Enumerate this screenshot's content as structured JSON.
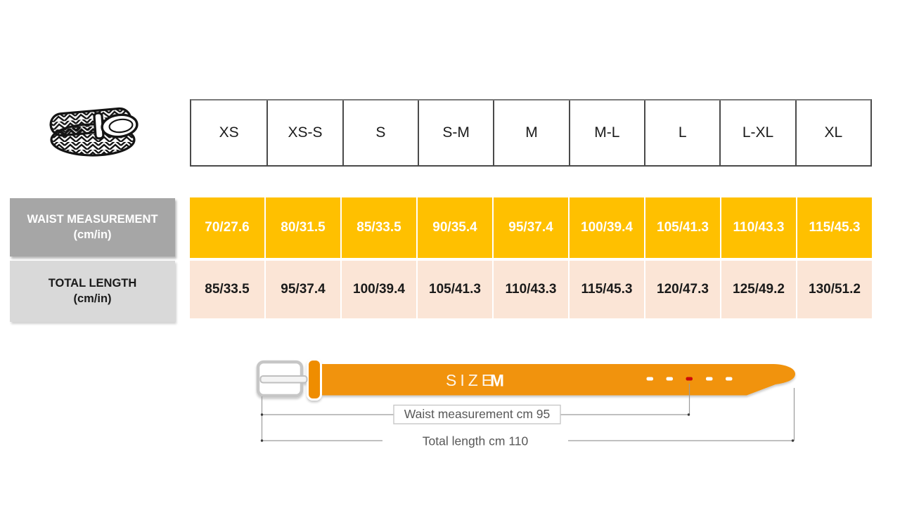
{
  "table": {
    "sizes": [
      "XS",
      "XS-S",
      "S",
      "S-M",
      "M",
      "M-L",
      "L",
      "L-XL",
      "XL"
    ],
    "waist": {
      "label_line1": "WAIST MEASUREMENT",
      "label_line2": "(cm/in)",
      "values": [
        "70/27.6",
        "80/31.5",
        "85/33.5",
        "90/35.4",
        "95/37.4",
        "100/39.4",
        "105/41.3",
        "110/43.3",
        "115/45.3"
      ]
    },
    "total": {
      "label_line1": "TOTAL LENGTH",
      "label_line2": "(cm/in)",
      "values": [
        "85/33.5",
        "95/37.4",
        "100/39.4",
        "105/41.3",
        "110/43.3",
        "115/45.3",
        "120/47.3",
        "125/49.2",
        "130/51.2"
      ]
    }
  },
  "diagram": {
    "size_word": "SIZE",
    "size_value": "M",
    "waist_annotation": "Waist measurement cm 95",
    "total_annotation": "Total length cm 110"
  },
  "icons": {
    "product_icon": "braided-belt-illustration",
    "hole_marker": "belt-hole-dash",
    "selected_hole_marker": "red-belt-hole-dash"
  },
  "colors": {
    "waist_cell_bg": "#FFC000",
    "total_cell_bg": "#FBE5D6",
    "waist_label_bg": "#A6A6A6",
    "total_label_bg": "#D9D9D9",
    "belt_orange": "#F1930B",
    "selected_hole_red": "#CC0909",
    "annotation_gray": "#585858"
  },
  "chart_data": {
    "type": "table",
    "columns": [
      "XS",
      "XS-S",
      "S",
      "S-M",
      "M",
      "M-L",
      "L",
      "L-XL",
      "XL"
    ],
    "rows": [
      {
        "label": "WAIST MEASUREMENT (cm/in)",
        "values": [
          "70/27.6",
          "80/31.5",
          "85/33.5",
          "90/35.4",
          "95/37.4",
          "100/39.4",
          "105/41.3",
          "110/43.3",
          "115/45.3"
        ]
      },
      {
        "label": "TOTAL LENGTH (cm/in)",
        "values": [
          "85/33.5",
          "95/37.4",
          "100/39.4",
          "105/41.3",
          "110/43.3",
          "115/45.3",
          "120/47.3",
          "125/49.2",
          "130/51.2"
        ]
      }
    ]
  }
}
